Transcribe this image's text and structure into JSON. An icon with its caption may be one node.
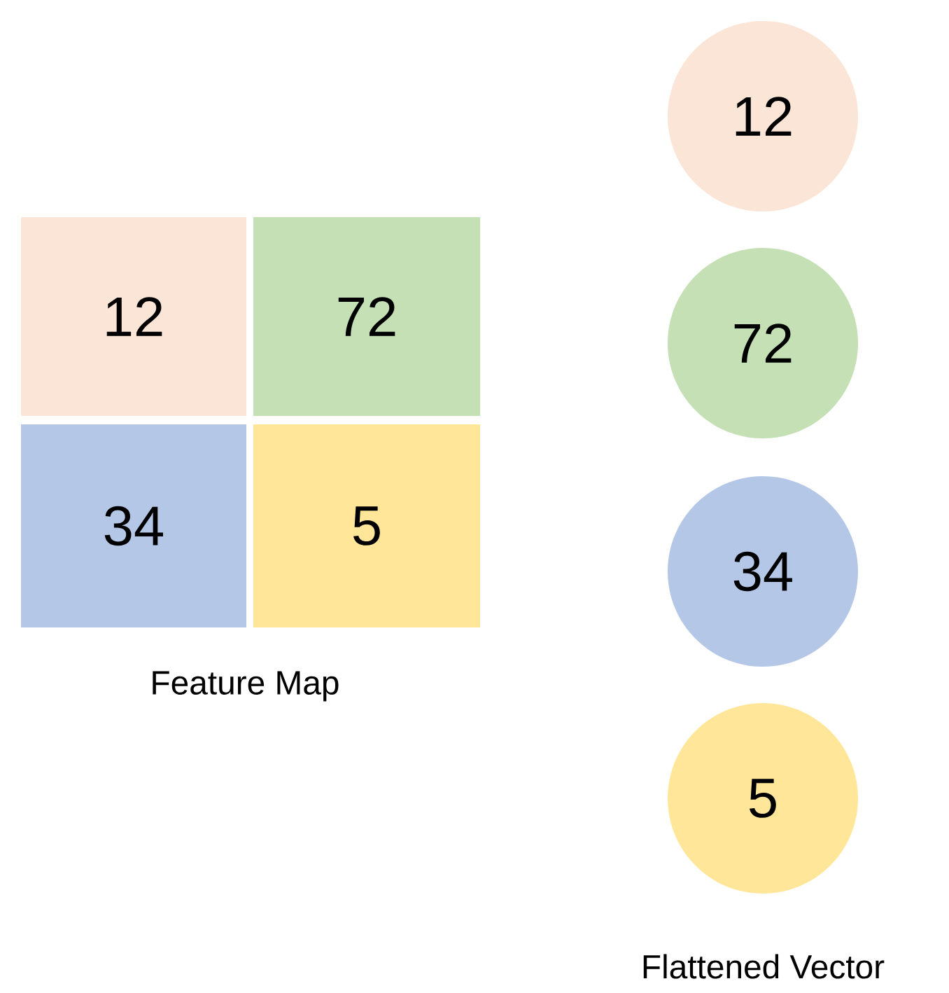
{
  "diagram": {
    "nodes": [
      {
        "text": [
          "12"
        ]
      },
      {
        "text": [
          "72"
        ]
      },
      {
        "text": [
          "34"
        ]
      },
      {
        "text": [
          "5"
        ]
      },
      {
        "text": [
          "12"
        ]
      },
      {
        "text": [
          "72"
        ]
      },
      {
        "text": [
          "34"
        ]
      },
      {
        "text": [
          "5"
        ]
      }
    ],
    "labels": [
      "Feature Map",
      "Flattened Vector"
    ]
  }
}
